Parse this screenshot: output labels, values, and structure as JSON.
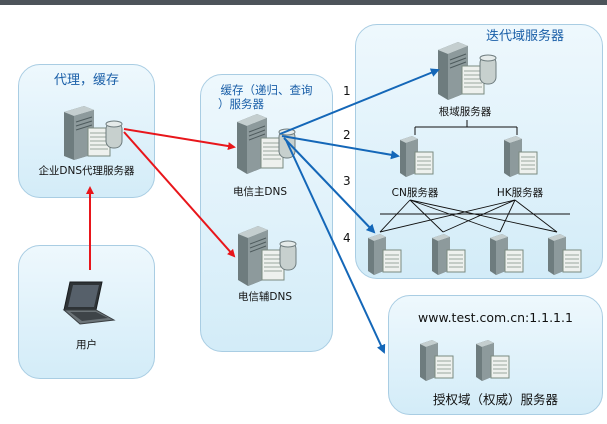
{
  "panels": {
    "proxy": {
      "title": "代理，缓存",
      "server_label": "企业DNS代理服务器"
    },
    "user": {
      "label": "用户"
    },
    "cache": {
      "title_line1": "缓存（递归、查询",
      "title_line2": "）服务器",
      "primary_label": "电信主DNS",
      "secondary_label": "电信辅DNS"
    },
    "iter": {
      "title": "迭代域服务器",
      "root_label": "根域服务器",
      "cn_label": "CN服务器",
      "hk_label": "HK服务器"
    },
    "auth": {
      "record": "www.test.com.cn:1.1.1.1",
      "label": "授权域（权威）服务器"
    }
  },
  "steps": [
    "1",
    "2",
    "3",
    "4"
  ],
  "colors": {
    "request_arrow": "#e8161b",
    "query_arrow": "#1467b8",
    "panel_border": "#a9cde3",
    "title_text": "#1a5fa8"
  }
}
